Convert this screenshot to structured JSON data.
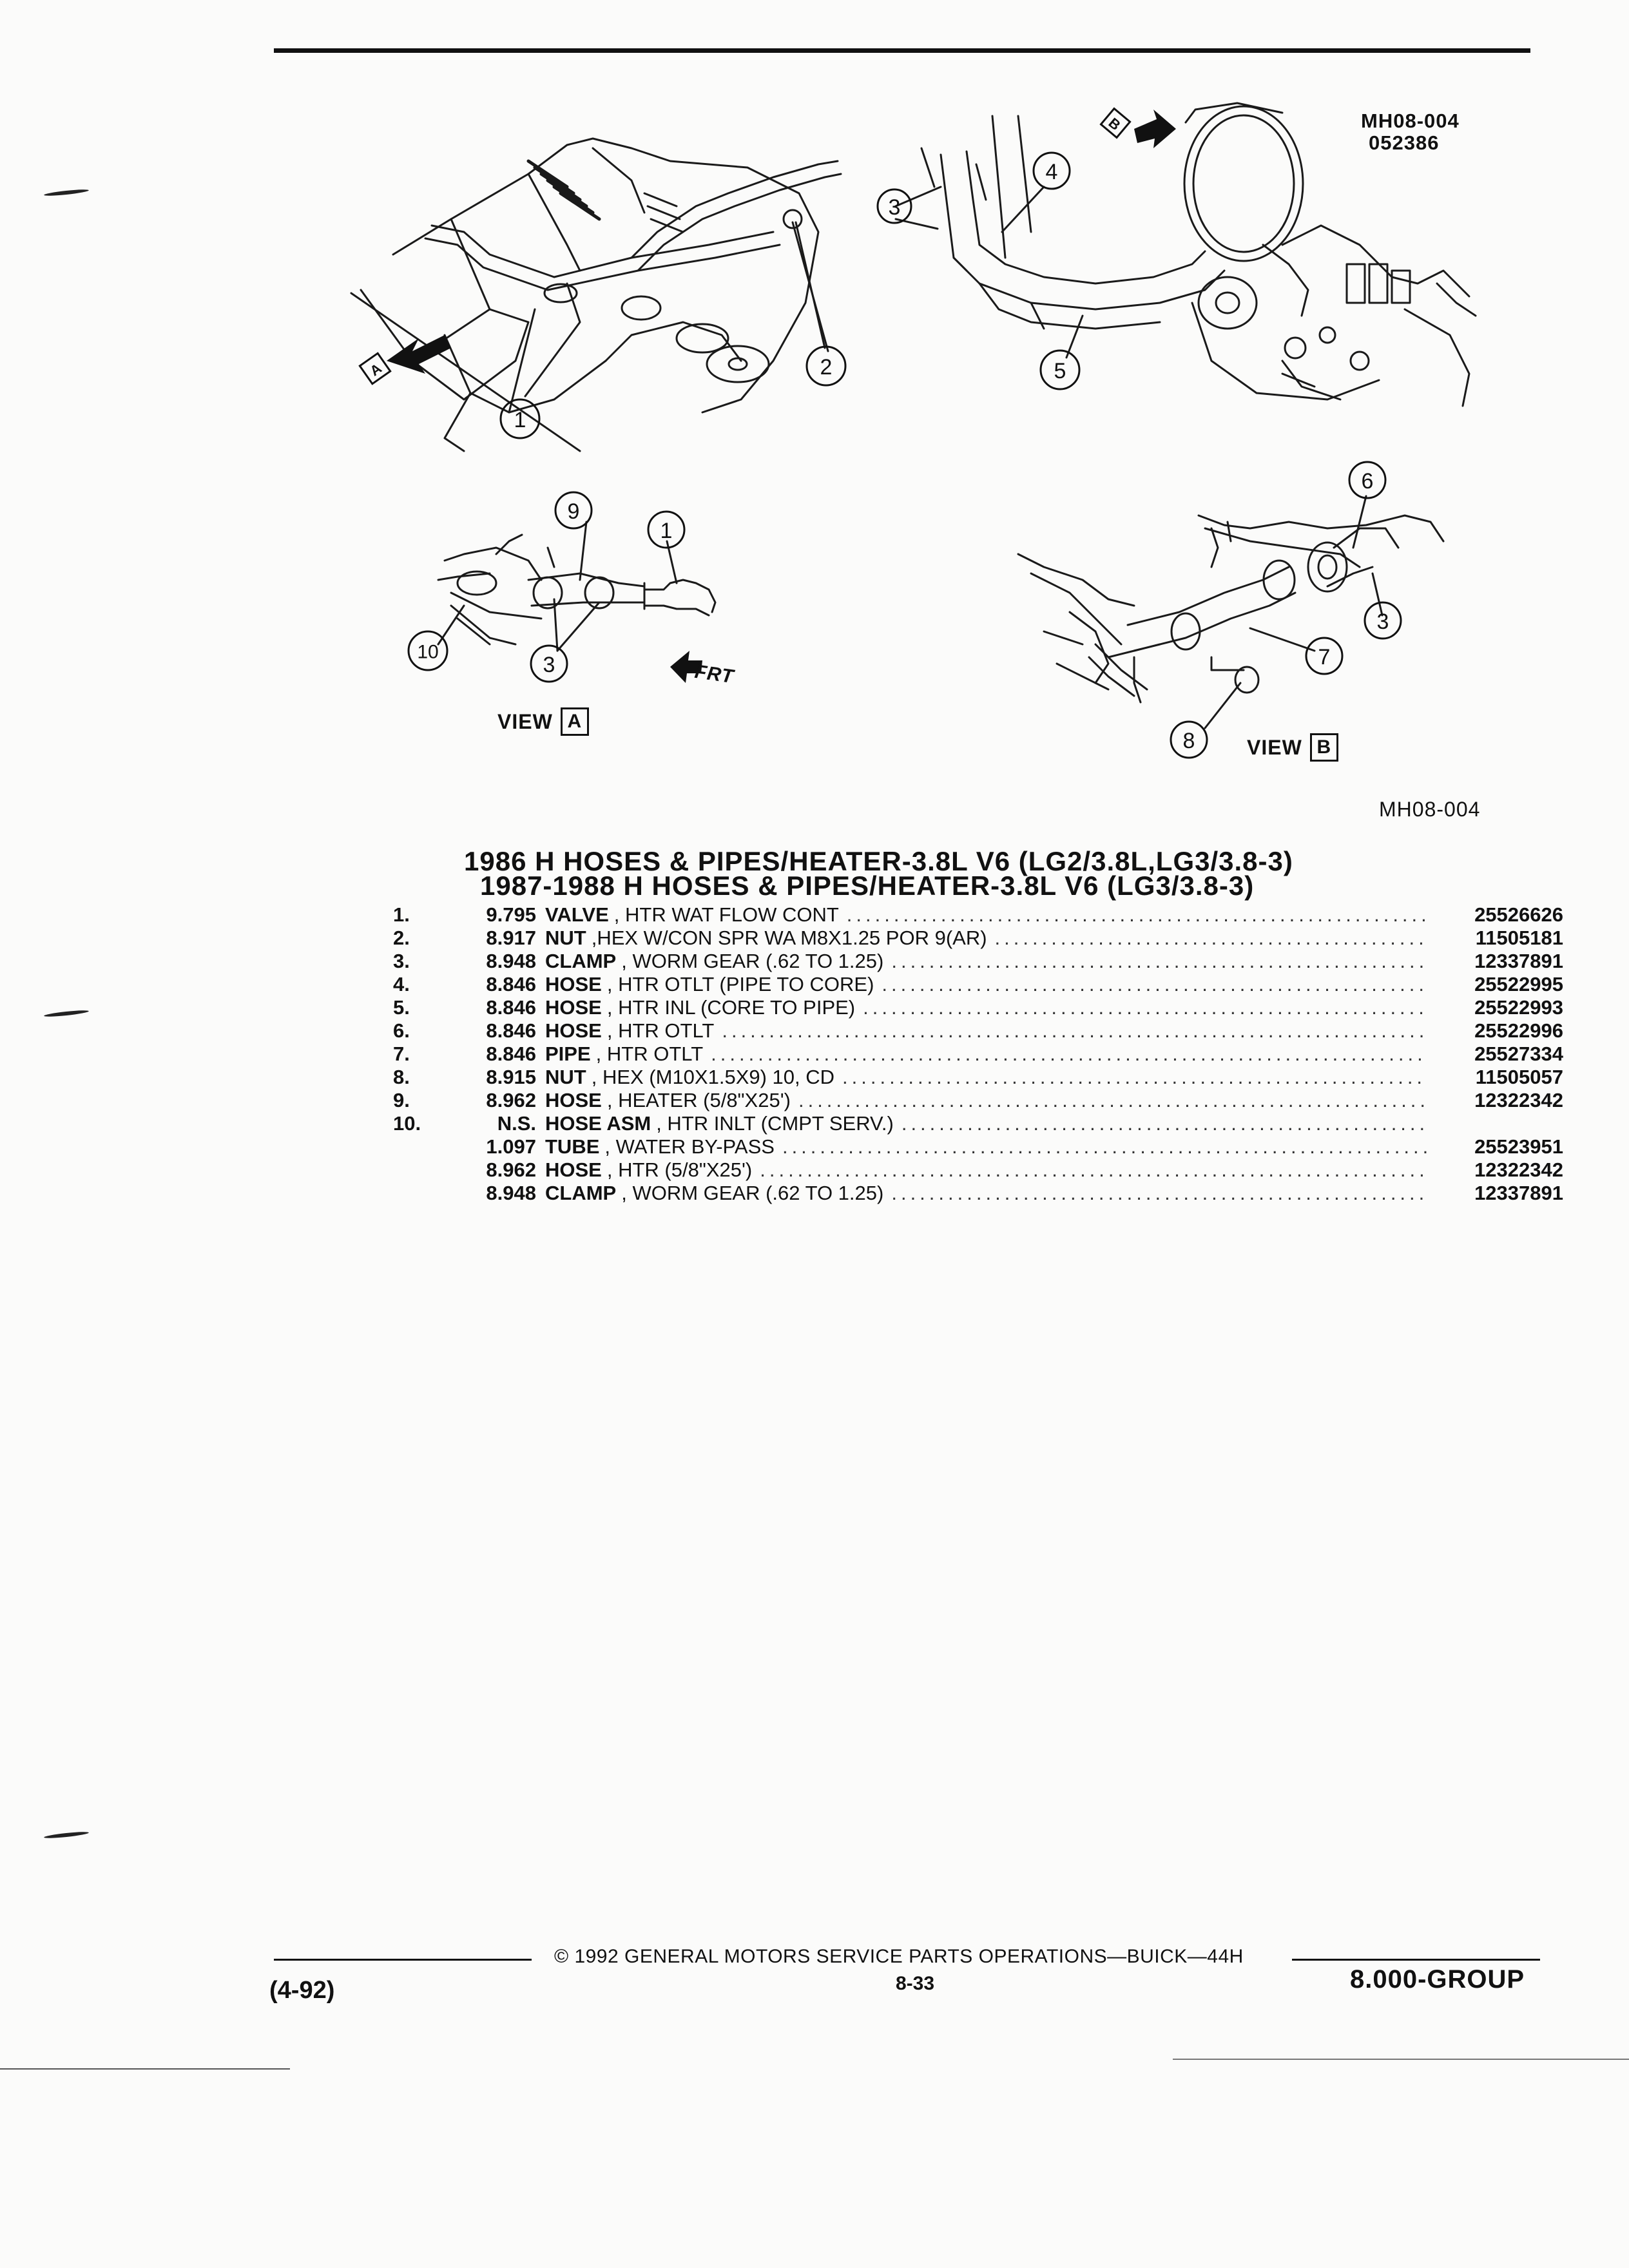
{
  "figure": {
    "ref_top": "MH08-004",
    "date_code": "052386",
    "ref_bottom": "MH08-004",
    "view_a_label": "VIEW",
    "view_a_box": "A",
    "view_b_label": "VIEW",
    "view_b_box": "B",
    "frt_label": "FRT",
    "arrow_a": "A",
    "arrow_b": "B",
    "callouts": [
      "1",
      "2",
      "3",
      "4",
      "5",
      "1",
      "9",
      "10",
      "3",
      "6",
      "3",
      "7",
      "8"
    ]
  },
  "titles": {
    "line1": "1986 H HOSES & PIPES/HEATER-3.8L V6 (LG2/3.8L,LG3/3.8-3)",
    "line2": "1987-1988 H HOSES & PIPES/HEATER-3.8L V6 (LG3/3.8-3)"
  },
  "parts": [
    {
      "item": "1.",
      "cat": "9.795",
      "name": "VALVE",
      "desc": ", HTR WAT FLOW CONT",
      "pn": "25526626"
    },
    {
      "item": "2.",
      "cat": "8.917",
      "name": "NUT",
      "desc": ",HEX W/CON SPR WA M8X1.25 POR 9(AR)",
      "pn": "11505181"
    },
    {
      "item": "3.",
      "cat": "8.948",
      "name": "CLAMP",
      "desc": ", WORM GEAR (.62 TO 1.25)",
      "pn": "12337891"
    },
    {
      "item": "4.",
      "cat": "8.846",
      "name": "HOSE",
      "desc": ", HTR OTLT (PIPE TO CORE)",
      "pn": "25522995"
    },
    {
      "item": "5.",
      "cat": "8.846",
      "name": "HOSE",
      "desc": ", HTR INL (CORE TO PIPE)",
      "pn": "25522993"
    },
    {
      "item": "6.",
      "cat": "8.846",
      "name": "HOSE",
      "desc": ", HTR OTLT",
      "pn": "25522996"
    },
    {
      "item": "7.",
      "cat": "8.846",
      "name": "PIPE",
      "desc": ", HTR OTLT",
      "pn": "25527334"
    },
    {
      "item": "8.",
      "cat": "8.915",
      "name": "NUT",
      "desc": ", HEX (M10X1.5X9) 10, CD",
      "pn": "11505057"
    },
    {
      "item": "9.",
      "cat": "8.962",
      "name": "HOSE",
      "desc": ", HEATER (5/8\"X25')",
      "pn": "12322342"
    },
    {
      "item": "10.",
      "cat": "N.S.",
      "name": "HOSE ASM",
      "desc": ", HTR INLT (CMPT SERV.)",
      "pn": ""
    },
    {
      "item": "",
      "cat": "1.097",
      "name": "TUBE",
      "desc": ", WATER BY-PASS",
      "pn": "25523951"
    },
    {
      "item": "",
      "cat": "8.962",
      "name": "HOSE",
      "desc": ", HTR (5/8\"X25')",
      "pn": "12322342"
    },
    {
      "item": "",
      "cat": "8.948",
      "name": "CLAMP",
      "desc": ", WORM GEAR (.62 TO 1.25)",
      "pn": "12337891"
    }
  ],
  "footer": {
    "copyright": "© 1992 GENERAL MOTORS SERVICE PARTS OPERATIONS—BUICK—44H",
    "page": "8-33",
    "date": "(4-92)",
    "group": "8.000-GROUP"
  }
}
